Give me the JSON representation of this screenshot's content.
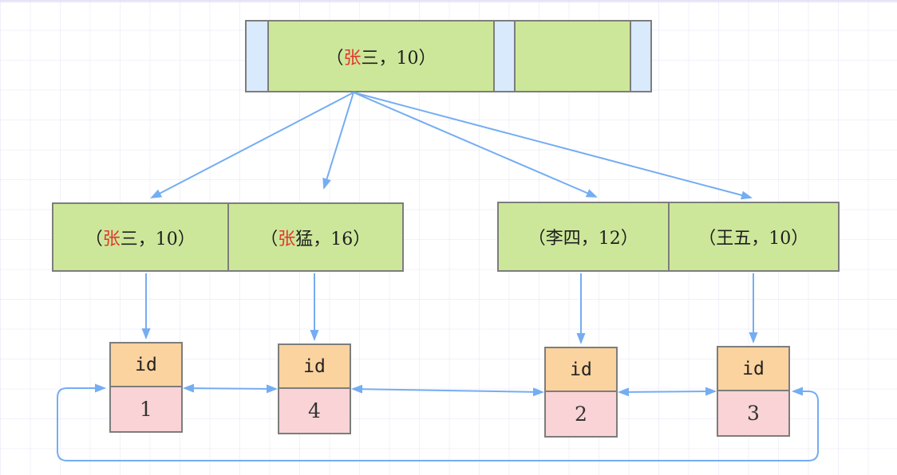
{
  "diagram": {
    "title_hint": "B+ tree secondary index on name, leaf entries point to circular doubly-linked id records",
    "root_node": {
      "key_cell": {
        "pre": "（",
        "red": "张",
        "rest": "三，10）"
      },
      "empty_cell": ""
    },
    "leaf_left": {
      "cells": [
        {
          "pre": "（",
          "red": "张",
          "rest": "三，10）"
        },
        {
          "pre": "（",
          "red": "张",
          "rest": "猛，16）"
        }
      ]
    },
    "leaf_right": {
      "cells": [
        {
          "pre": "（李四，12）",
          "red": "",
          "rest": ""
        },
        {
          "pre": "（王五，10）",
          "red": "",
          "rest": ""
        }
      ]
    },
    "records": [
      {
        "header": "id",
        "value": "1"
      },
      {
        "header": "id",
        "value": "4"
      },
      {
        "header": "id",
        "value": "2"
      },
      {
        "header": "id",
        "value": "3"
      }
    ],
    "colors": {
      "node-green": "#cde79a",
      "pointer-blue": "#d8eafb",
      "header-orange": "#fbd39f",
      "value-pink": "#f9d3d5",
      "arrow-blue": "#74adf2",
      "border-gray": "#7d7d7d",
      "highlight-red": "#e0382e",
      "text-black": "#1e1e1e",
      "accent-lavender": "#e2dcf6"
    }
  }
}
